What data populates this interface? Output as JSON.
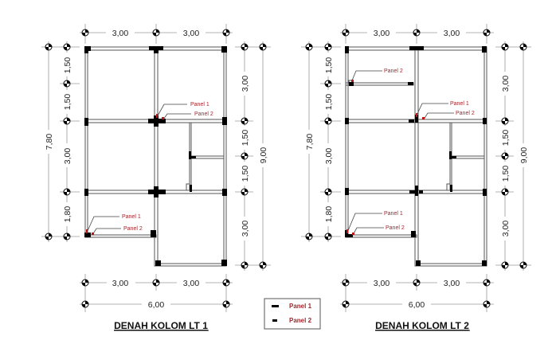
{
  "plans": [
    {
      "title": "DENAH KOLOM LT 1",
      "top_dims": [
        "3,00",
        "3,00"
      ],
      "bottom_dims": [
        "3,00",
        "3,00"
      ],
      "total_width": "6,00",
      "left_dims": [
        "1,50",
        "1,50",
        "3,00",
        "1,80"
      ],
      "left_total": "7,80",
      "right_dims": [
        "3,00",
        "1,50",
        "1,50",
        "3,00"
      ],
      "right_total": "9,00",
      "labels": [
        "Panel 1",
        "Panel 2",
        "Panel 1",
        "Panel 2"
      ]
    },
    {
      "title": "DENAH KOLOM LT 2",
      "top_dims": [
        "3,00",
        "3,00"
      ],
      "bottom_dims": [
        "3,00",
        "3,00"
      ],
      "total_width": "6,00",
      "left_dims": [
        "1,50",
        "1,50",
        "3,00",
        "1,80"
      ],
      "left_total": "7,80",
      "right_dims": [
        "3,00",
        "1,50",
        "1,50",
        "3,00"
      ],
      "right_total": "9,00",
      "labels": [
        "Panel 2",
        "Panel 1",
        "Panel 2",
        "Panel 1",
        "Panel 2"
      ]
    }
  ],
  "legend": {
    "items": [
      {
        "label": "Panel 1",
        "symbol": "long-bar"
      },
      {
        "label": "Panel 2",
        "symbol": "short-bar"
      }
    ]
  },
  "colors": {
    "annotation": "#a4262c",
    "column": "#000000",
    "gridline": "#9a9a9a"
  }
}
